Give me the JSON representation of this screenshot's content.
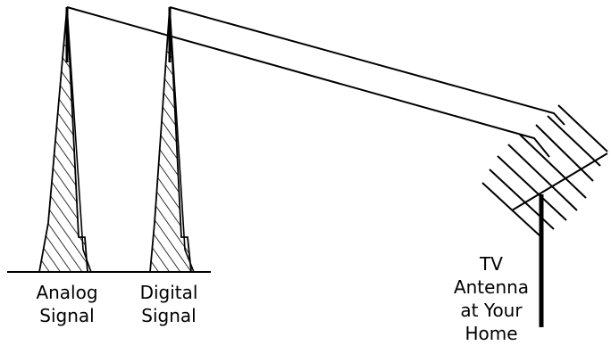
{
  "labels": {
    "analog_line1": "Analog",
    "analog_line2": "Signal",
    "digital_line1": "Digital",
    "digital_line2": "Signal",
    "antenna_line1": "TV",
    "antenna_line2": "Antenna",
    "antenna_line3": "at Your",
    "antenna_line4": "Home"
  },
  "colors": {
    "stroke": "#000000",
    "background": "#ffffff"
  }
}
